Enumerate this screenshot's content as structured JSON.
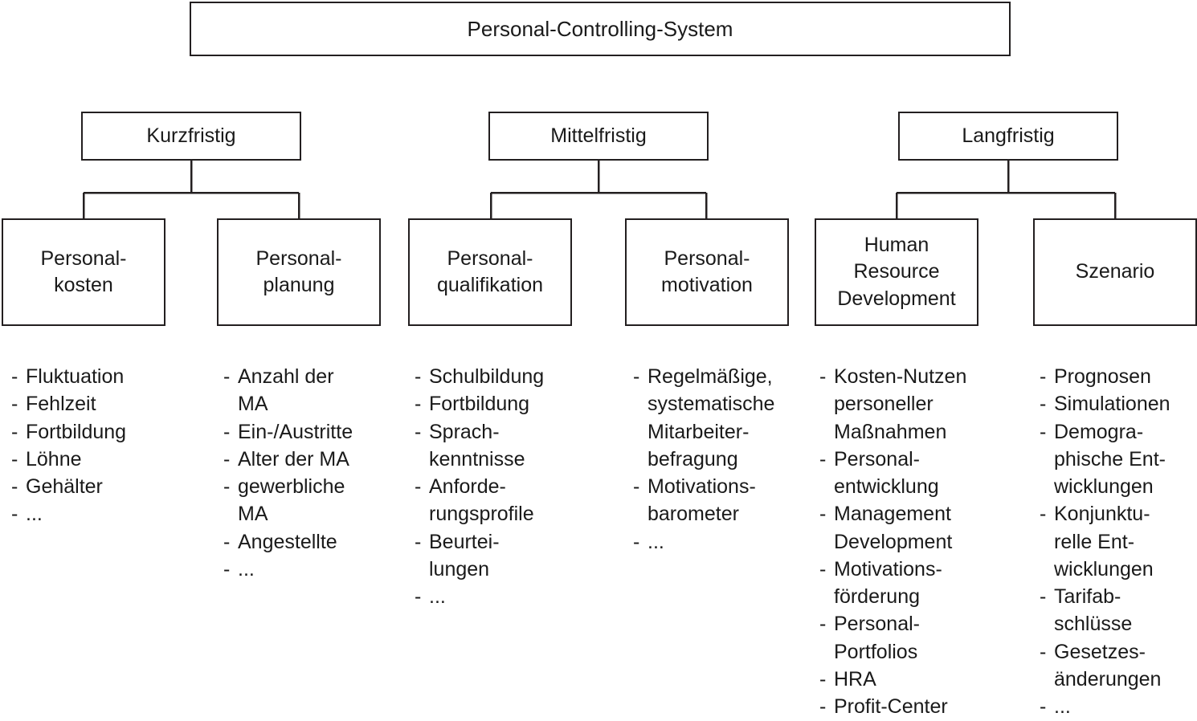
{
  "title": "Personal-Controlling-System",
  "root": {
    "label": "Personal-Controlling-System"
  },
  "levels": {
    "timeframes": [
      {
        "label": "Kurzfristig"
      },
      {
        "label": "Mittelfristig"
      },
      {
        "label": "Langfristig"
      }
    ]
  },
  "categories": [
    {
      "box_label": "Personal-\nkosten",
      "items": [
        "Fluktuation",
        "Fehlzeit",
        "Fortbildung",
        "Löhne",
        "Gehälter",
        "..."
      ]
    },
    {
      "box_label": "Personal-\nplanung",
      "items": [
        "Anzahl der\nMA",
        "Ein-/Austritte",
        "Alter der MA",
        "gewerbliche\nMA",
        "Angestellte",
        "..."
      ]
    },
    {
      "box_label": "Personal-\nqualifikation",
      "items": [
        "Schulbildung",
        "Fortbildung",
        "Sprach-\nkenntnisse",
        "Anforde-\nrungsprofile",
        "Beurtei-\nlungen",
        "..."
      ]
    },
    {
      "box_label": "Personal-\nmotivation",
      "items": [
        "Regelmäßige,\nsystematische\nMitarbeiter-\nbefragung",
        "Motivations-\nbarometer",
        "..."
      ]
    },
    {
      "box_label": "Human\nResource\nDevelopment",
      "items": [
        "Kosten-Nutzen\npersoneller\nMaßnahmen",
        "Personal-\nentwicklung",
        "Management\nDevelopment",
        "Motivations-\nförderung",
        "Personal-\nPortfolios",
        "HRA",
        "Profit-Center"
      ]
    },
    {
      "box_label": "Szenario",
      "items": [
        "Prognosen",
        "Simulationen",
        "Demogra-\nphische Ent-\nwicklungen",
        "Konjunktu-\nrelle Ent-\nwicklungen",
        "Tarifab-\nschlüsse",
        "Gesetzes-\nänderungen",
        "..."
      ]
    }
  ],
  "bullet_marker": "-",
  "colors": {
    "line": "#231f20",
    "text": "#1a1a1a",
    "background": "#ffffff"
  }
}
